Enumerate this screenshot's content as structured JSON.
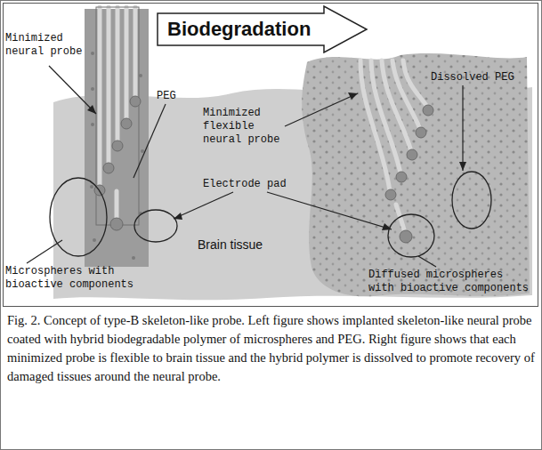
{
  "diagram": {
    "caption": "Fig. 2. Concept of type-B skeleton-like probe. Left figure shows implanted skeleton-like neural probe coated with hybrid biodegradable polymer of microspheres and PEG. Right figure shows that each minimized probe is flexible to brain tissue and the hybrid polymer is dissolved to promote recovery of damaged tissues around the neural probe.",
    "nodes": [
      {
        "text": [
          "Biodegradation"
        ]
      }
    ],
    "labels": [
      "Minimized neural probe",
      "PEG",
      "Minimized flexible neural probe",
      "Dissolved PEG",
      "Electrode pad",
      "Brain tissue",
      "Microspheres with bioactive components",
      "Diffused microspheres with bioactive components"
    ]
  }
}
